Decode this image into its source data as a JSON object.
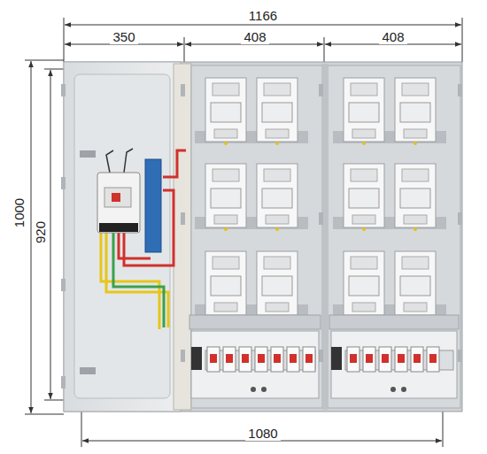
{
  "diagram": {
    "labels": [
      "1166",
      "350",
      "408",
      "408",
      "1000",
      "920",
      "1080"
    ]
  }
}
